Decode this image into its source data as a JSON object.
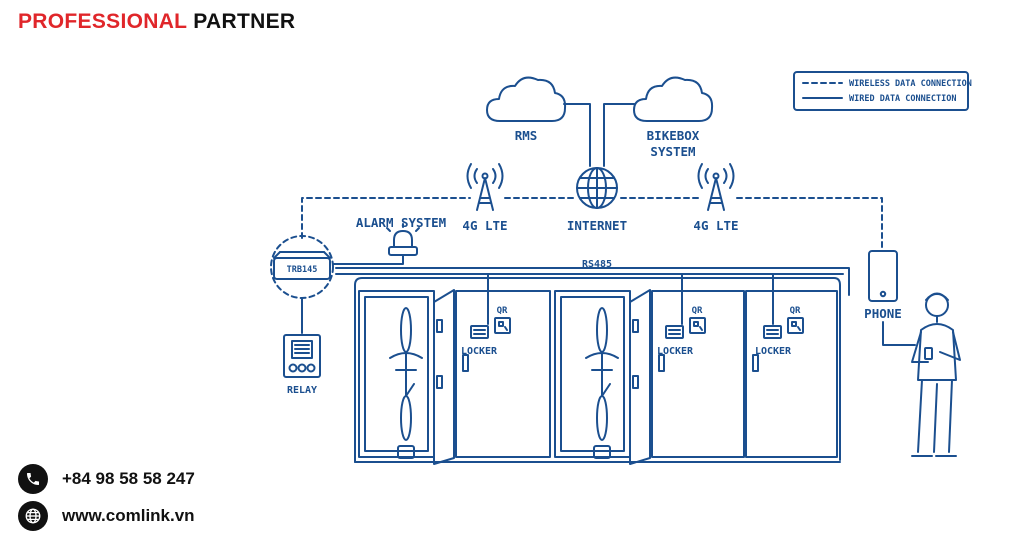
{
  "header": {
    "brand_part1": "PROFESSIONAL",
    "brand_part2": "PARTNER"
  },
  "colors": {
    "brand_red": "#e0262a",
    "diagram_blue": "#1b4f8f",
    "text_dark": "#111111"
  },
  "legend": {
    "wireless_label": "WIRELESS DATA CONNECTION",
    "wired_label": "WIRED DATA CONNECTION"
  },
  "nodes": {
    "rms": "RMS",
    "bikebox_line1": "BIKEBOX",
    "bikebox_line2": "SYSTEM",
    "internet": "INTERNET",
    "lte_left": "4G LTE",
    "lte_right": "4G LTE",
    "alarm": "ALARM SYSTEM",
    "router": "TRB145",
    "relay": "RELAY",
    "bus": "RS485",
    "phone": "PHONE"
  },
  "lockers": [
    {
      "label": "LOCKER",
      "qr": "QR"
    },
    {
      "label": "LOCKER",
      "qr": "QR"
    },
    {
      "label": "LOCKER",
      "qr": "QR"
    }
  ],
  "contact": {
    "phone_icon": "phone-icon",
    "phone": "+84 98 58 58 247",
    "web_icon": "globe-icon",
    "website": "www.comlink.vn"
  }
}
